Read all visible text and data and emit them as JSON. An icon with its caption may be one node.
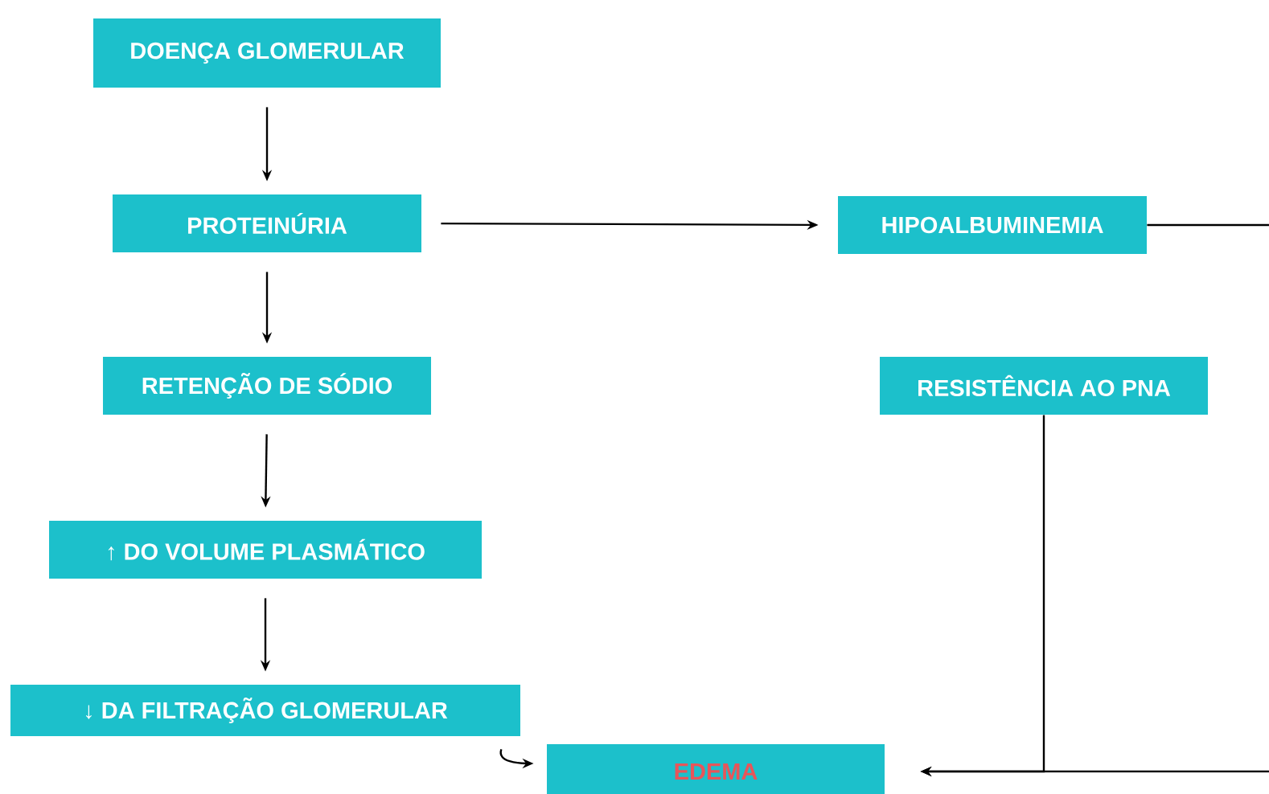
{
  "diagram": {
    "nodes": [
      {
        "text": [
          "DOENÇA GLOMERULAR"
        ]
      },
      {
        "text": [
          "PROTEINÚRIA"
        ]
      },
      {
        "text": [
          "HIPOALBUMINEMIA"
        ]
      },
      {
        "text": [
          "RETENÇÃO DE SÓDIO"
        ]
      },
      {
        "text": [
          "RESISTÊNCIA AO PNA"
        ]
      },
      {
        "text": [
          "↑ DO VOLUME PLASMÁTICO"
        ]
      },
      {
        "text": [
          "↓ DA FILTRAÇÃO GLOMERULAR"
        ]
      },
      {
        "text": [
          "EDEMA"
        ]
      }
    ],
    "edges": [
      {
        "from": 0,
        "to": 1,
        "arrow": "to"
      },
      {
        "from": 1,
        "to": 2,
        "arrow": "to"
      },
      {
        "from": 1,
        "to": 3,
        "arrow": "to"
      },
      {
        "from": 3,
        "to": 5,
        "arrow": "to"
      },
      {
        "from": 5,
        "to": 6,
        "arrow": "to"
      },
      {
        "from": 6,
        "to": 7,
        "arrow": "to"
      },
      {
        "from": 2,
        "to": 7,
        "arrow": "to"
      },
      {
        "from": 4,
        "to": 7,
        "arrow": "to"
      }
    ]
  }
}
